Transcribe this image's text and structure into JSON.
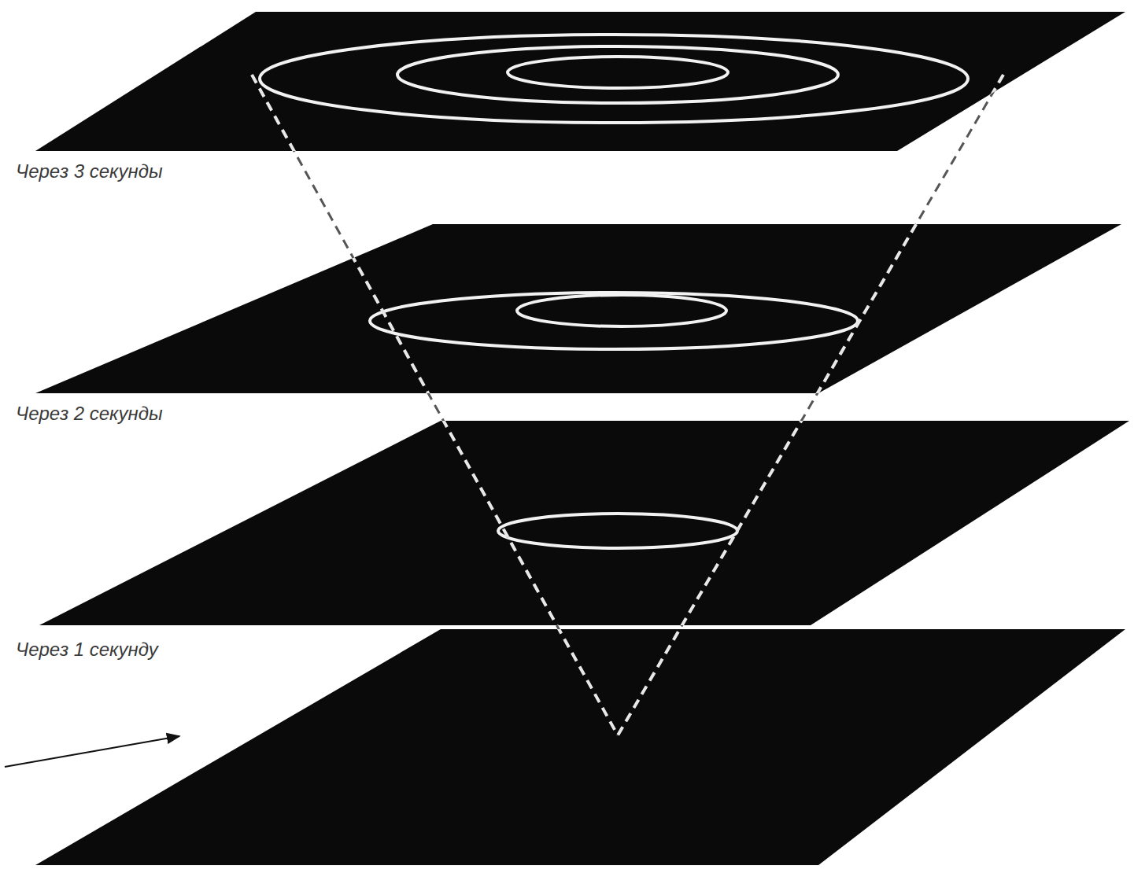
{
  "diagram": {
    "labels": [
      "Через 3 секунды",
      "Через 2 секунды",
      "Через 1 секунду"
    ]
  }
}
